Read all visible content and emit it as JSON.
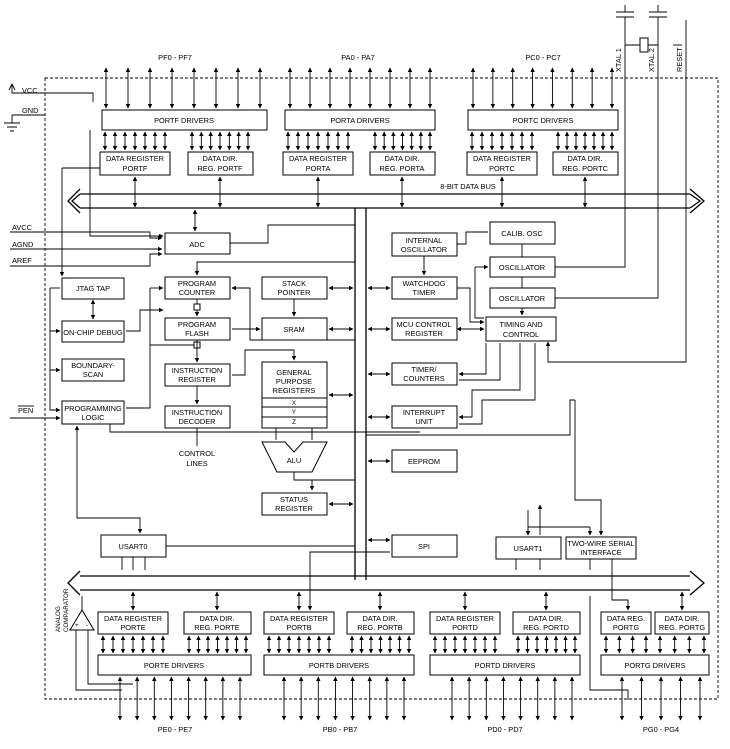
{
  "pins": {
    "vcc": "VCC",
    "gnd": "GND",
    "avcc": "AVCC",
    "agnd": "AGND",
    "aref": "AREF",
    "pen": "PEN",
    "xtal1": "XTAL 1",
    "xtal2": "XTAL 2",
    "reset": "RESET"
  },
  "ports": {
    "pf": "PF0 - PF7",
    "pa": "PA0 - PA7",
    "pc": "PC0 - PC7",
    "pe": "PE0 - PE7",
    "pb": "PB0 - PB7",
    "pd": "PD0 - PD7",
    "pg": "PG0 - PG4"
  },
  "bus": {
    "label": "8-BIT DATA BUS"
  },
  "blocks": {
    "portf_drivers": "PORTF DRIVERS",
    "porta_drivers": "PORTA DRIVERS",
    "portc_drivers": "PORTC DRIVERS",
    "porte_drivers": "PORTE DRIVERS",
    "portb_drivers": "PORTB DRIVERS",
    "portd_drivers": "PORTD DRIVERS",
    "portg_drivers": "PORTG DRIVERS",
    "dr_portf": [
      "DATA REGISTER",
      "PORTF"
    ],
    "ddr_portf": [
      "DATA DIR.",
      "REG. PORTF"
    ],
    "dr_porta": [
      "DATA REGISTER",
      "PORTA"
    ],
    "ddr_porta": [
      "DATA DIR.",
      "REG. PORTA"
    ],
    "dr_portc": [
      "DATA REGISTER",
      "PORTC"
    ],
    "ddr_portc": [
      "DATA DIR.",
      "REG. PORTC"
    ],
    "dr_porte": [
      "DATA REGISTER",
      "PORTE"
    ],
    "ddr_porte": [
      "DATA DIR.",
      "REG. PORTE"
    ],
    "dr_portb": [
      "DATA REGISTER",
      "PORTB"
    ],
    "ddr_portb": [
      "DATA DIR.",
      "REG. PORTB"
    ],
    "dr_portd": [
      "DATA REGISTER",
      "PORTD"
    ],
    "ddr_portd": [
      "DATA DIR.",
      "REG. PORTD"
    ],
    "dr_portg": [
      "DATA REG.",
      "PORTG"
    ],
    "ddr_portg": [
      "DATA DIR.",
      "REG. PORTG"
    ],
    "adc": "ADC",
    "calib_osc": "CALIB. OSC",
    "internal_osc": [
      "INTERNAL",
      "OSCILLATOR"
    ],
    "oscillator_1": "OSCILLATOR",
    "oscillator_2": "OSCILLATOR",
    "jtag_tap": "JTAG TAP",
    "program_counter": [
      "PROGRAM",
      "COUNTER"
    ],
    "stack_pointer": [
      "STACK",
      "POINTER"
    ],
    "watchdog_timer": [
      "WATCHDOG",
      "TIMER"
    ],
    "on_chip_debug": "ON-CHIP DEBUG",
    "program_flash": [
      "PROGRAM",
      "FLASH"
    ],
    "sram": "SRAM",
    "mcu_control_register": [
      "MCU CONTROL",
      "REGISTER"
    ],
    "timing_and_control": [
      "TIMING AND",
      "CONTROL"
    ],
    "boundary_scan": [
      "BOUNDARY-",
      "SCAN"
    ],
    "instruction_register": [
      "INSTRUCTION",
      "REGISTER"
    ],
    "gp_registers": [
      "GENERAL",
      "PURPOSE",
      "REGISTERS"
    ],
    "reg_x": "X",
    "reg_y": "Y",
    "reg_z": "Z",
    "timer_counters": [
      "TIMER/",
      "COUNTERS"
    ],
    "programming_logic": [
      "PROGRAMMING",
      "LOGIC"
    ],
    "instruction_decoder": [
      "INSTRUCTION",
      "DECODER"
    ],
    "interrupt_unit": [
      "INTERRUPT",
      "UNIT"
    ],
    "control_lines": [
      "CONTROL",
      "LINES"
    ],
    "alu": "ALU",
    "eeprom": "EEPROM",
    "status_register": [
      "STATUS",
      "REGISTER"
    ],
    "usart0": "USART0",
    "spi": "SPI",
    "usart1": "USART1",
    "twi": [
      "TWO-WIRE SERIAL",
      "INTERFACE"
    ],
    "analog_comparator": [
      "ANALOG",
      "COMPARATOR"
    ],
    "plus": "+",
    "minus": "-"
  }
}
